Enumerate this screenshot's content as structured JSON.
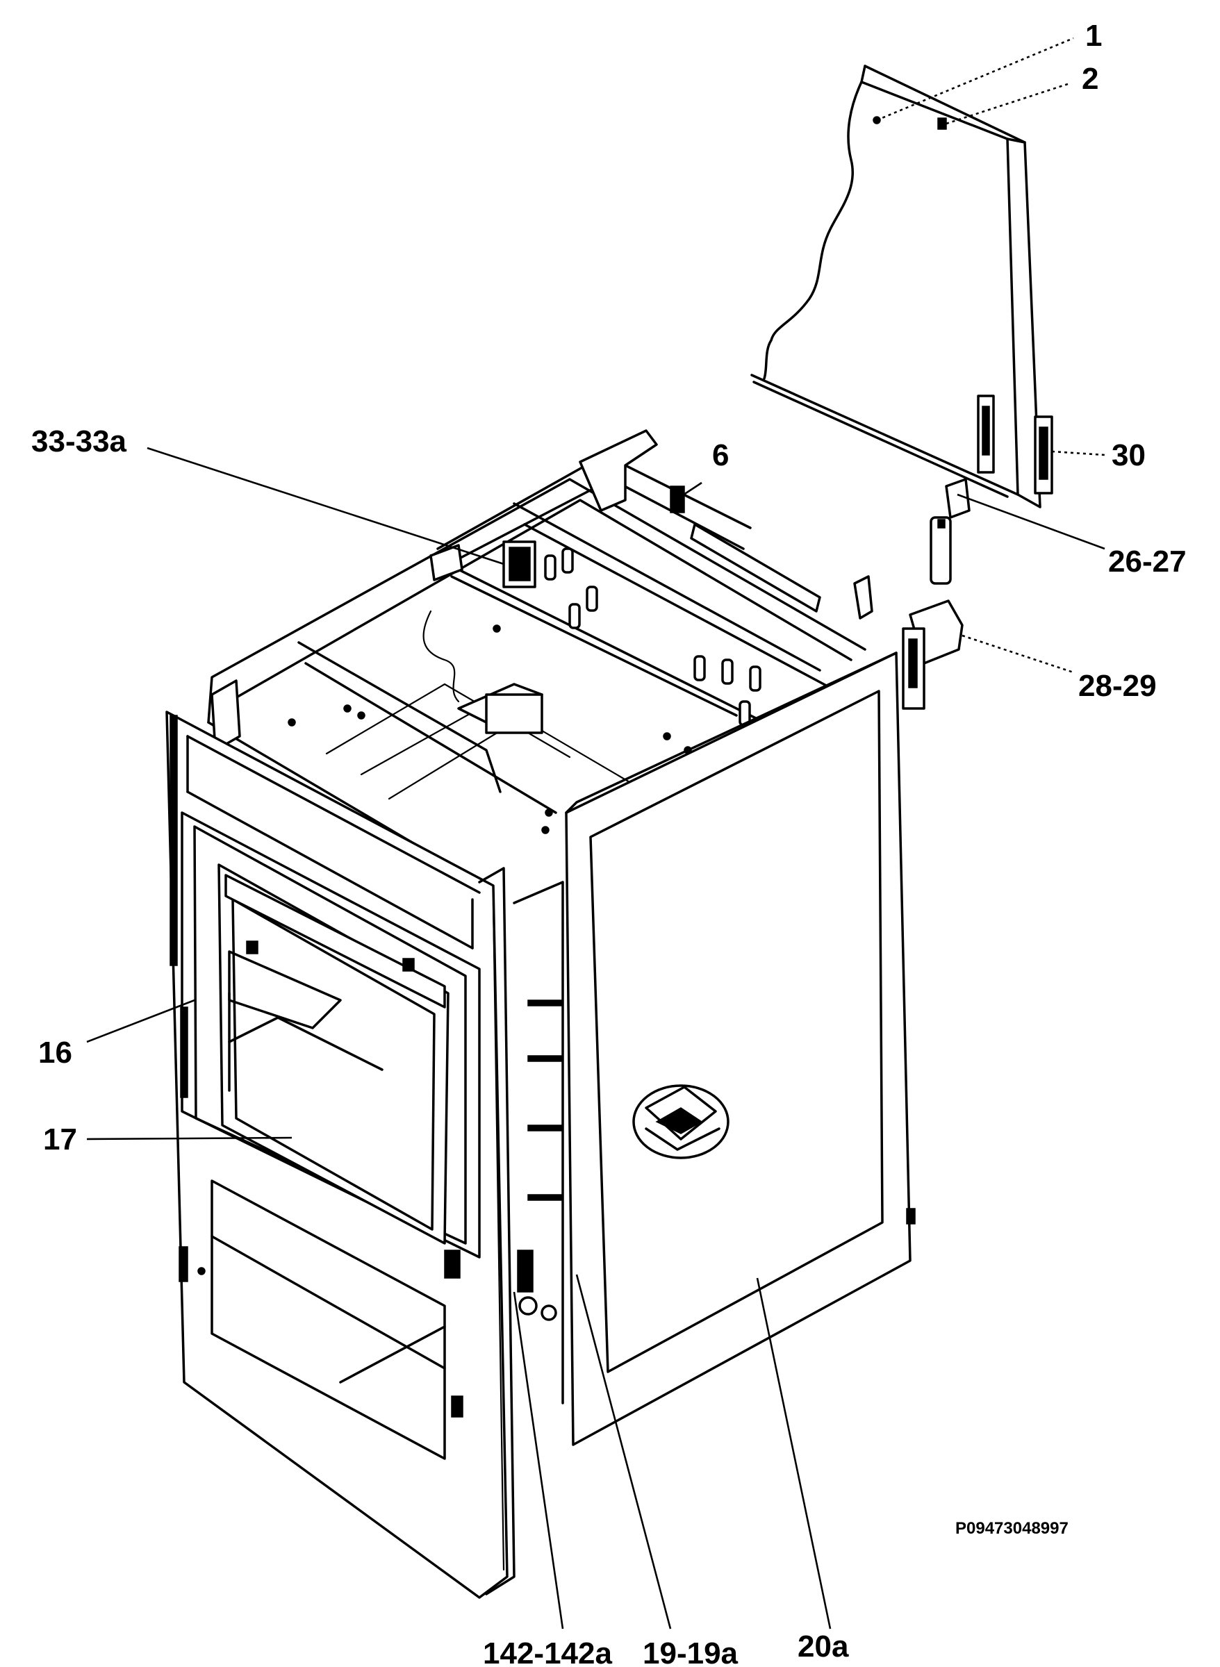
{
  "callouts": [
    {
      "id": "1",
      "label": "1"
    },
    {
      "id": "2",
      "label": "2"
    },
    {
      "id": "6",
      "label": "6"
    },
    {
      "id": "16",
      "label": "16"
    },
    {
      "id": "17",
      "label": "17"
    },
    {
      "id": "19-19a",
      "label": "19-19a"
    },
    {
      "id": "20a",
      "label": "20a"
    },
    {
      "id": "26-27",
      "label": "26-27"
    },
    {
      "id": "28-29",
      "label": "28-29"
    },
    {
      "id": "30",
      "label": "30"
    },
    {
      "id": "33-33a",
      "label": "33-33a"
    },
    {
      "id": "142-142a",
      "label": "142-142a"
    }
  ],
  "reference_code": "P09473048997"
}
